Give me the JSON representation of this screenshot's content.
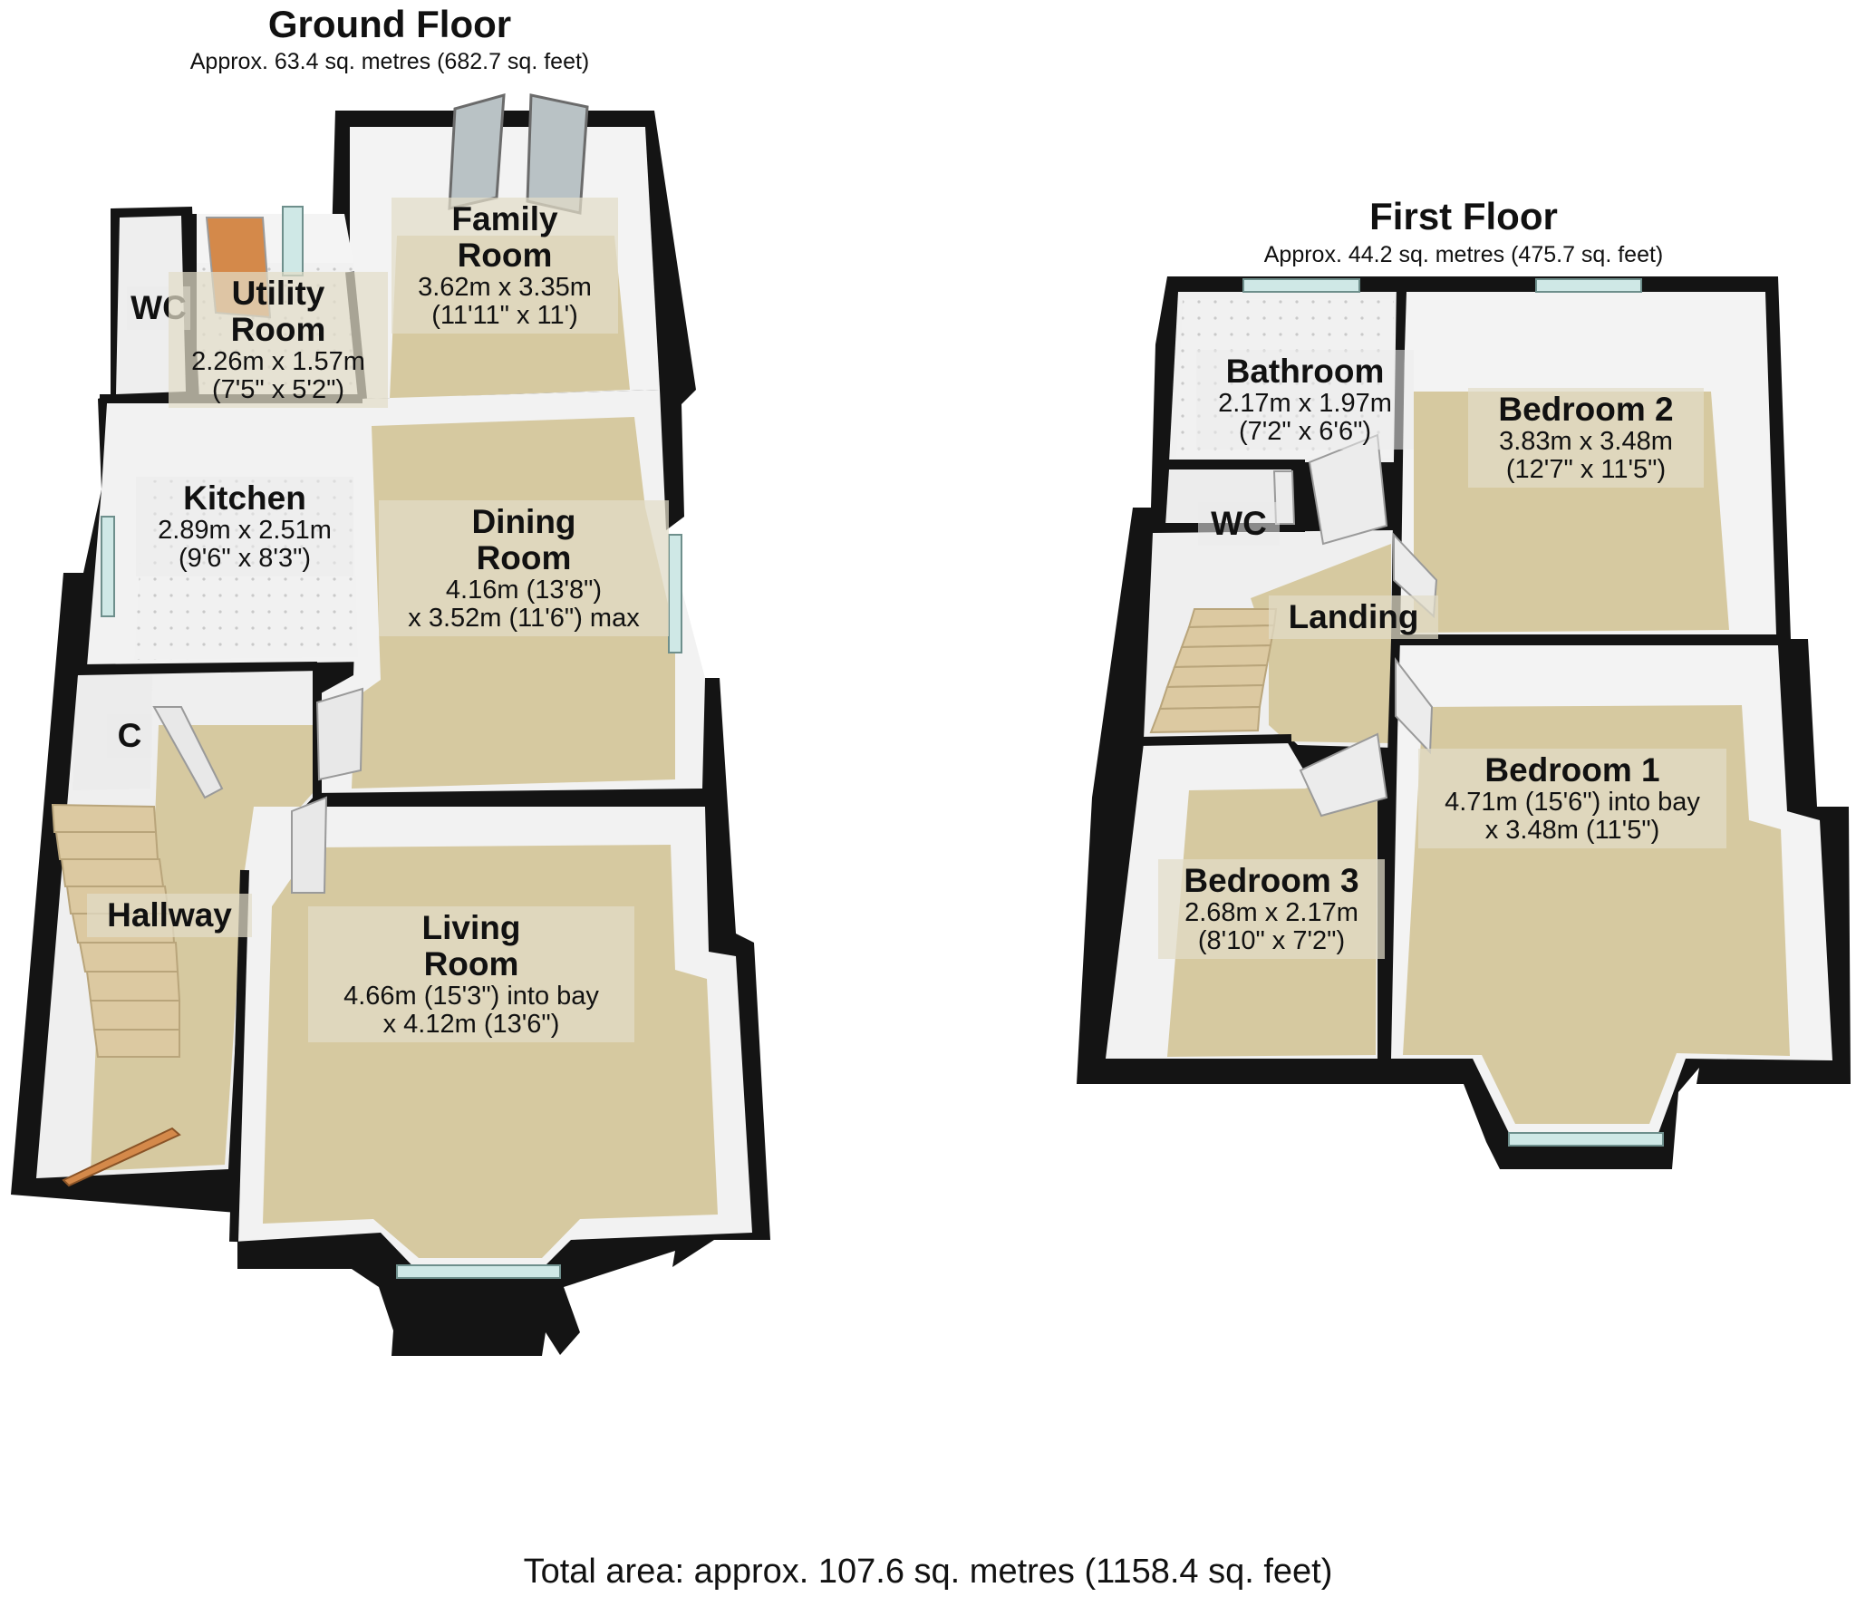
{
  "ground_floor": {
    "title": "Ground Floor",
    "area": "Approx. 63.4 sq. metres (682.7 sq. feet)",
    "rooms": [
      {
        "name_lines": [
          "Family",
          "Room"
        ],
        "dims": [
          "3.62m x 3.35m",
          "(11'11\" x 11')"
        ]
      },
      {
        "name_lines": [
          "WC"
        ],
        "dims": []
      },
      {
        "name_lines": [
          "Utility",
          "Room"
        ],
        "dims": [
          "2.26m x 1.57m",
          "(7'5\" x 5'2\")"
        ]
      },
      {
        "name_lines": [
          "Kitchen"
        ],
        "dims": [
          "2.89m x 2.51m",
          "(9'6\" x 8'3\")"
        ]
      },
      {
        "name_lines": [
          "Dining",
          "Room"
        ],
        "dims": [
          "4.16m (13'8\")",
          "x 3.52m (11'6\") max"
        ]
      },
      {
        "name_lines": [
          "C"
        ],
        "dims": []
      },
      {
        "name_lines": [
          "Hallway"
        ],
        "dims": []
      },
      {
        "name_lines": [
          "Living",
          "Room"
        ],
        "dims": [
          "4.66m (15'3\") into bay",
          "x 4.12m (13'6\")"
        ]
      }
    ]
  },
  "first_floor": {
    "title": "First Floor",
    "area": "Approx. 44.2 sq. metres (475.7 sq. feet)",
    "rooms": [
      {
        "name_lines": [
          "Bathroom"
        ],
        "dims": [
          "2.17m x 1.97m",
          "(7'2\" x 6'6\")"
        ]
      },
      {
        "name_lines": [
          "Bedroom 2"
        ],
        "dims": [
          "3.83m x 3.48m",
          "(12'7\" x 11'5\")"
        ]
      },
      {
        "name_lines": [
          "WC"
        ],
        "dims": []
      },
      {
        "name_lines": [
          "Landing"
        ],
        "dims": []
      },
      {
        "name_lines": [
          "Bedroom 1"
        ],
        "dims": [
          "4.71m (15'6\") into bay",
          "x 3.48m (11'5\")"
        ]
      },
      {
        "name_lines": [
          "Bedroom 3"
        ],
        "dims": [
          "2.68m x 2.17m",
          "(8'10\" x 7'2\")"
        ]
      }
    ]
  },
  "total_area": "Total area: approx. 107.6 sq. metres (1158.4 sq. feet)",
  "colors": {
    "floor": "#d6c9a0",
    "floor_shade": "#c9bb8e",
    "wall": "#141414",
    "wall_inner": "#f2f2f2",
    "tile": "#efefef",
    "window": "#cfe8e6",
    "door_wood": "#d4894a",
    "stairs": "#dcc9a1"
  }
}
